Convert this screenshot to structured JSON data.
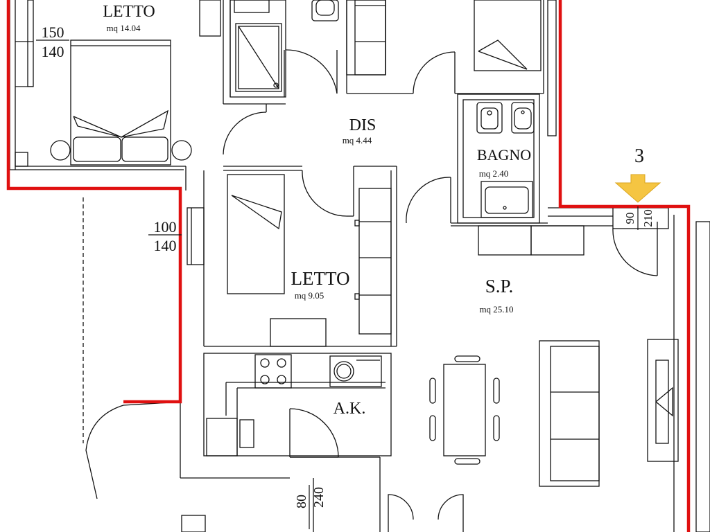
{
  "rooms": [
    {
      "name": "LETTO",
      "area": "mq 14.04"
    },
    {
      "name": "DIS",
      "area": "mq 4.44"
    },
    {
      "name": "BAGNO",
      "area": "mq 2.40"
    },
    {
      "name": "LETTO",
      "area": "mq 9.05"
    },
    {
      "name": "S.P.",
      "area": "mq 25.10"
    },
    {
      "name": "A.K.",
      "area": ""
    }
  ],
  "windows": [
    {
      "width": "150",
      "height": "140"
    },
    {
      "width": "100",
      "height": "140"
    },
    {
      "width": "80",
      "height": "240"
    }
  ],
  "entrance": {
    "number": "3",
    "width": "90",
    "height": "210"
  },
  "colors": {
    "boundary": "#e01010",
    "walls": "#111111",
    "arrow": "#f5c542"
  }
}
